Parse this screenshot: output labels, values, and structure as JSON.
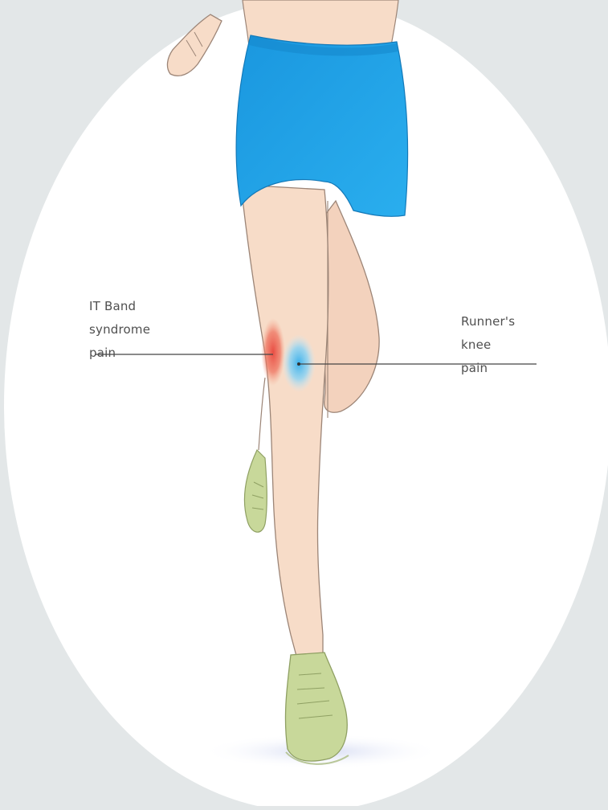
{
  "labels": {
    "it_band": [
      "IT Band",
      "syndrome",
      "pain"
    ],
    "runners_knee": [
      "Runner's",
      "knee",
      "pain"
    ]
  },
  "colors": {
    "background": "#e3e7e8",
    "oval": "#ffffff",
    "skin": "#f7dcc8",
    "skin_outline": "#9c8577",
    "shorts": "#1e9fe3",
    "shoe": "#c8d89a",
    "it_band_marker": "#e8453c",
    "runners_knee_marker": "#5cc0ee",
    "leader_line": "#444444"
  }
}
